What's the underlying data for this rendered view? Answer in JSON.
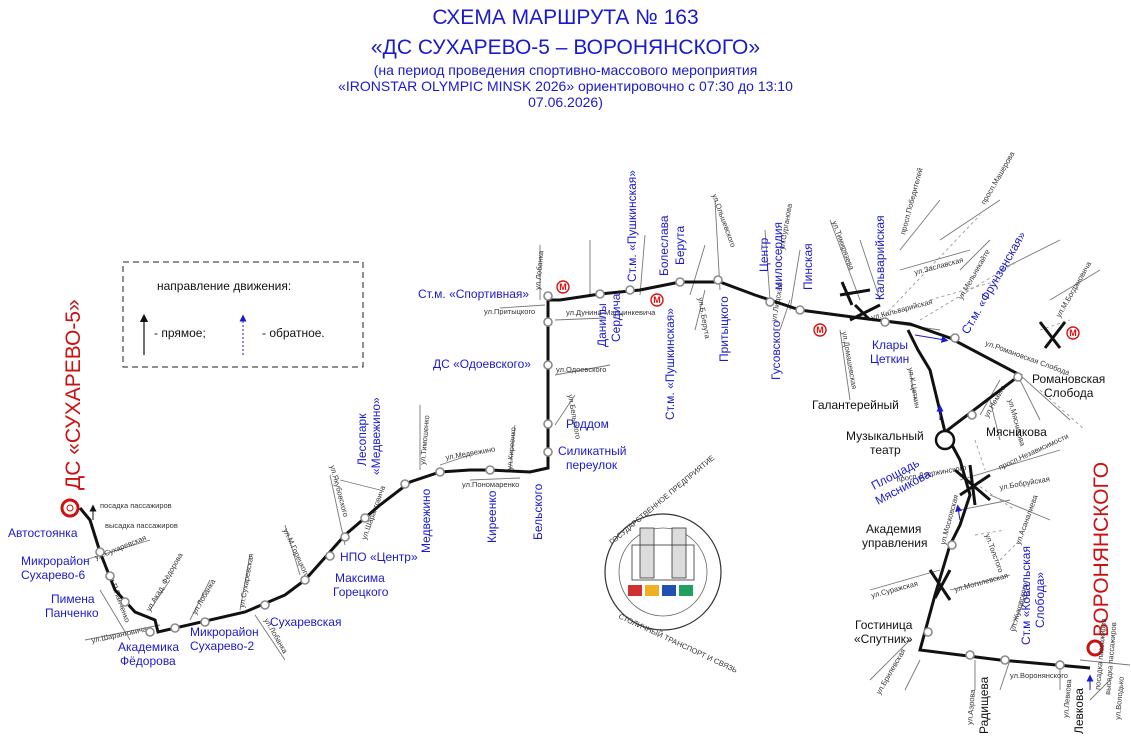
{
  "header": {
    "title": "СХЕМА МАРШРУТА № 163",
    "route": "«ДС СУХАРЕВО-5 – ВОРОНЯНСКОГО»",
    "note_line1": "(на период проведения спортивно-массового мероприятия",
    "note_line2": "«IRONSTAR OLYMPIC MINSK 2026» ориентировочно с 07:30 до 13:10",
    "note_line3": "07.06.2026)"
  },
  "legend": {
    "title": "направление движения:",
    "forward": "- прямое;",
    "reverse": "- обратное."
  },
  "terminals": {
    "start": "ДС «СУХАРЕВО-5»",
    "end": "ВОРОНЯНСКОГО"
  },
  "markers": {
    "metro": "М"
  },
  "stops": {
    "avtostoyanka": "Автостоянка",
    "suharevo6_1": "Микрорайон",
    "suharevo6_2": "Сухарево-6",
    "pimena_1": "Пимена",
    "pimena_2": "Панченко",
    "fedorova_1": "Академика",
    "fedorova_2": "Фёдорова",
    "suharevo2_1": "Микрорайон",
    "suharevo2_2": "Сухарево-2",
    "suharevskaya": "Сухаревская",
    "goretskogo_1": "Максима",
    "goretskogo_2": "Горецкого",
    "npo": "НПО «Центр»",
    "lesopark_1": "Лесопарк",
    "lesopark_2": "«Медвежино»",
    "medvezhino": "Медвежино",
    "kireenko": "Киреенко",
    "belskogo": "Бельского",
    "silikat_1": "Силикатный",
    "silikat_2": "переулок",
    "roddom": "Роддом",
    "odoevskogo": "ДС «Одоевского»",
    "sportivnaya": "Ст.м. «Спортивная»",
    "serdicha_1": "Данилы",
    "serdicha_2": "Сердича",
    "pushkinskaya_up": "Ст.м. «Пушкинская»",
    "pushkinskaya_down": "Ст.м. «Пушкинская»",
    "beruta_1": "Болеслава",
    "beruta_2": "Берута",
    "prititskogo": "Притыцкого",
    "gusovskogo": "Гусовского",
    "centr_1": "Центр",
    "centr_2": "милосердия",
    "pinskaya": "Пинская",
    "kalvariyskaya": "Кальварийская",
    "frunzenskaya": "Ст.м. «Фрунзенская»",
    "cetkin_1": "Клары",
    "cetkin_2": "Цеткин",
    "galantereyny": "Галантерейный",
    "romanovskaya_1": "Романовская",
    "romanovskaya_2": "Слобода",
    "muz_1": "Музыкальный",
    "muz_2": "театр",
    "myasnikova": "Мясникова",
    "pl_myasnikova_1": "Площадь",
    "pl_myasnikova_2": "Мясникова",
    "akademiya_1": "Академия",
    "akademiya_2": "управления",
    "sputnik_1": "Гостиница",
    "sputnik_2": "«Спутник»",
    "kovalskaya_1": "Ст.м «Ковальская",
    "kovalskaya_2": "Слобода»",
    "radishcheva": "Радищева",
    "levkova": "Левкова"
  },
  "streets": {
    "s1": "ул.Сухаревская",
    "s2": "ул.П.Панченко",
    "s3": "ул.Шаранговича",
    "s4": "ул.Акад. Фёдорова",
    "s5": "ул.Лобанка",
    "s6": "ул.Сухаревская",
    "s7": "ул.М.Горецкого",
    "s8": "ул.Шаранговича",
    "s9": "ул.Лобанка",
    "s10": "ул.Якубовского",
    "s11": "ул.Тимошенко",
    "s12": "ул.Медвежино",
    "s13": "ул.Пономаренко",
    "s14": "ул.Киреенко",
    "s15": "ул.Одоевского",
    "s16": "ул.Бельского",
    "s17": "ул.Притыцкого",
    "s18": "ул.Лобанка",
    "s19": "ул.Дунина-Марцинкевича",
    "s20": "ул.Ольшевского",
    "s21": "ул.Б.Берута",
    "s22": "ул.Лидская",
    "s23": "ул.Сурганова",
    "s24": "ул.Тимирязева",
    "s25": "ул.Кальварийская",
    "s26": "ул.Домашевская",
    "s27": "ул.К.Цеткин",
    "s28": "ул.Заславская",
    "s29": "просп.Победителей",
    "s30": "просп.Машерова",
    "s31": "ул.Мельникайте",
    "s32": "ул.Романовская Слобода",
    "s33": "ул.М.Богдановича",
    "s34": "ул.Немига",
    "s35": "ул.Мясникова",
    "s36": "просп.Дзержинского",
    "s37": "ул.Бобруйская",
    "s38": "просп.Независимости",
    "s39": "ул.Московская",
    "s40": "ул.Суражская",
    "s41": "ул.Могилевская",
    "s42": "ул.Жуковского",
    "s43": "ул.Воронянского",
    "s44": "ул.Брилевская",
    "s45": "ул.Аэрова",
    "s46": "ул.Левкова",
    "s47": "ул.Володько",
    "s48": "ул.Толстого",
    "s49": "ул.Асаналиева"
  },
  "annotations": {
    "board": "посадка пассажиров",
    "alight": "высадка пассажиров"
  },
  "logo": {
    "top_text": "ГОСУДАРСТВЕННОЕ ПРЕДПРИЯТИЕ",
    "bottom_text": "СТОЛИЧНЫЙ ТРАНСПОРТ И СВЯЗЬ"
  },
  "colors": {
    "title": "#1a1acc",
    "terminal": "#cc1111",
    "route": "#111111",
    "metro": "#dd1111",
    "stop": "#8a8a8a",
    "reverse_arrow": "#1a1acc"
  }
}
